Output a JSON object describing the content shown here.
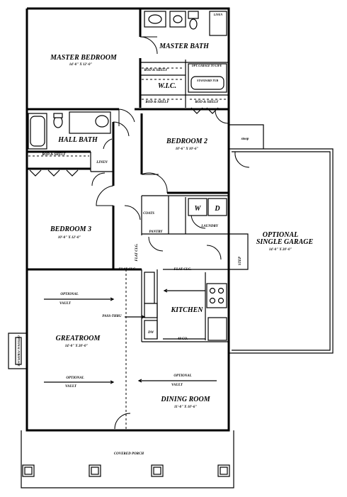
{
  "rooms": {
    "master_bedroom": {
      "name": "MASTER BEDROOM",
      "dims": "14'-0\" X 12'-0\""
    },
    "master_bath": {
      "name": "MASTER BATH"
    },
    "wic": {
      "name": "W.I.C."
    },
    "hall_bath": {
      "name": "HALL BATH"
    },
    "bedroom2": {
      "name": "BEDROOM 2",
      "dims": "10'-6\" X 10'-6\""
    },
    "bedroom3": {
      "name": "BEDROOM 3",
      "dims": "10'-0\" X 12'-0\""
    },
    "kitchen": {
      "name": "KITCHEN"
    },
    "greatroom": {
      "name": "GREATROOM",
      "dims": "14'-0\" X 20'-0\""
    },
    "dining": {
      "name": "DINING ROOM",
      "dims": "11'-0\" X 10'-6\""
    },
    "garage": {
      "name_line1": "OPTIONAL",
      "name_line2": "SINGLE GARAGE",
      "dims": "14'-0\" X 20'-0\""
    },
    "porch": {
      "name": "COVERED PORCH"
    },
    "laundry": {
      "name": "LAUNDRY"
    },
    "pantry": {
      "name": "PANTRY"
    },
    "coats": {
      "name": "COATS"
    },
    "linen_mb": {
      "name": "LINEN"
    },
    "linen_hall": {
      "name": "LINEN"
    }
  },
  "labels": {
    "rod_shelf": "ROD & SHELF",
    "opt_garage_to_life": "OPT. GARAGE TO LIFE",
    "standard_tub": "STANDARD TUB",
    "optional": "OPTIONAL",
    "vault": "VAULT",
    "pass_thru": "PASS-THRU",
    "flat_clg": "FLAT CLG.",
    "flat_clg_vertical": "FLAT CLG.",
    "step": "STEP",
    "stoop": "stoop",
    "optional_fireplace": "OPTIONAL FIREPLACE",
    "dw": "DW",
    "washer": "W",
    "dryer": "D",
    "ceiling_48": "48 CO."
  }
}
